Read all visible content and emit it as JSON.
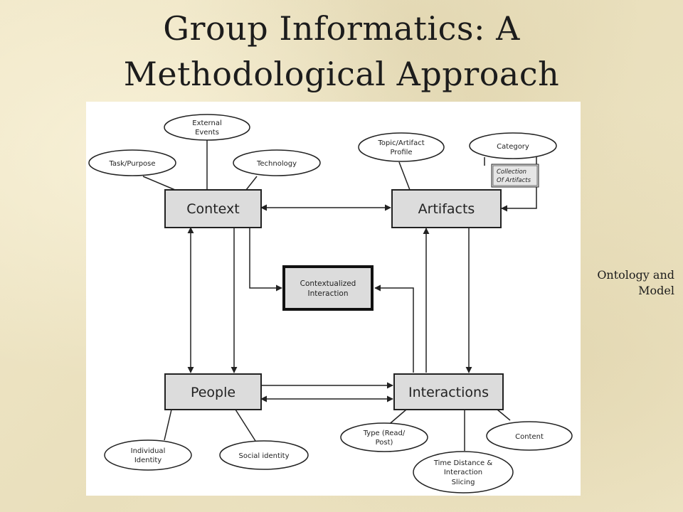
{
  "slide": {
    "title_line1": "Group Informatics: A",
    "title_line2": "Methodological Approach",
    "side_note_line1": "Ontology and",
    "side_note_line2": "Model"
  },
  "diagram": {
    "boxes": {
      "context": "Context",
      "artifacts": "Artifacts",
      "people": "People",
      "interactions": "Interactions",
      "contextualized_line1": "Contextualized",
      "contextualized_line2": "Interaction"
    },
    "ellipses": {
      "external_events_line1": "External",
      "external_events_line2": "Events",
      "task_purpose": "Task/Purpose",
      "technology": "Technology",
      "topic_profile_line1": "Topic/Artifact",
      "topic_profile_line2": "Profile",
      "category": "Category",
      "individual_identity_line1": "Individual",
      "individual_identity_line2": "Identity",
      "social_identity": "Social identity",
      "type_line1": "Type (Read/",
      "type_line2": "Post)",
      "content": "Content",
      "time_line1": "Time Distance &",
      "time_line2": "Interaction",
      "time_line3": "Slicing"
    },
    "collection_line1": "Collection",
    "collection_line2": "Of Artifacts"
  }
}
